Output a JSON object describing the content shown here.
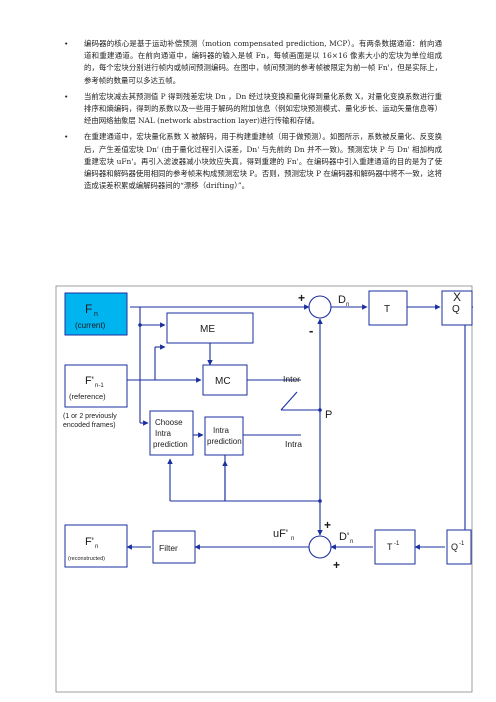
{
  "bullets": [
    "编码器的核心是基于运动补偿预测（motion compensated prediction, MCP）。有两条数据通道：前向通道和重建通道。在前向通道中，编码器的输入是帧 Fn，每帧画面是以 16×16 像素大小的宏块为单位组成的，每个宏块分别进行帧内或帧间预测编码。在图中，帧间预测的参考帧被限定为前一帧 Fn'，但是实际上，参考帧的数量可以多达五帧。",
    "当前宏块减去其预测值 P 得到残差宏块 Dn ，Dn 经过块变换和量化得到量化系数 X，对量化变换系数进行重排序和熵编码，得到的系数以及一些用于解码的附加信息（例如宏块预测模式、量化步长、运动矢量信息等）经由网络抽象层 NAL (network abstraction layer)进行传输和存储。",
    "在重建通道中，宏块量化系数 X 被解码，用于构建重建帧（用于做预测）。如图所示，系数被反量化、反变换后，产生差值宏块 Dn' (由于量化过程引入误差，Dn' 与先前的 Dn 并不一致)。预测宏块 P 与 Dn' 相加构成重建宏块 uFn'。再引入滤波器减小块效应失真，得到重建的 Fn'。在编码器中引入重建通道的目的是为了使编码器和解码器使用相同的参考帧来构成预测宏块 P。否则，预测宏块 P 在编码器和解码器中将不一致，这将造成误差积累或编解码器间的“漂移（drifting）”。"
  ],
  "diagram": {
    "fn_label": "F",
    "fn_sub": "n",
    "fn_caption": "(current)",
    "ref_label": "F'",
    "ref_sub": "n-1",
    "ref_caption": "(reference)",
    "prev_note_line1": "(1 or 2 previously",
    "prev_note_line2": "encoded frames)",
    "recon_label": "F'",
    "recon_sub": "n",
    "recon_caption": "(reconstructed)",
    "me": "ME",
    "mc": "MC",
    "choose_line1": "Choose",
    "choose_line2": "Intra",
    "choose_line3": "prediction",
    "intra_line1": "Intra",
    "intra_line2": "prediction",
    "filter": "Filter",
    "t": "T",
    "q": "Q",
    "t_inv": "T",
    "t_inv_sup": "-1",
    "q_inv": "Q",
    "q_inv_sup": "-1",
    "dn": "D",
    "dn_sub": "n",
    "dn_rec": "D'",
    "dn_rec_sub": "n",
    "x": "X",
    "inter": "Inter",
    "intra": "Intra",
    "p": "P",
    "ufn": "uF'",
    "ufn_sub": "n",
    "plus": "+",
    "minus": "-"
  },
  "colors": {
    "fn_fill": "#00b4f0",
    "line": "#1a2fa0",
    "box_border": "#1a2fa0",
    "text_dark": "#1a1a1a"
  }
}
